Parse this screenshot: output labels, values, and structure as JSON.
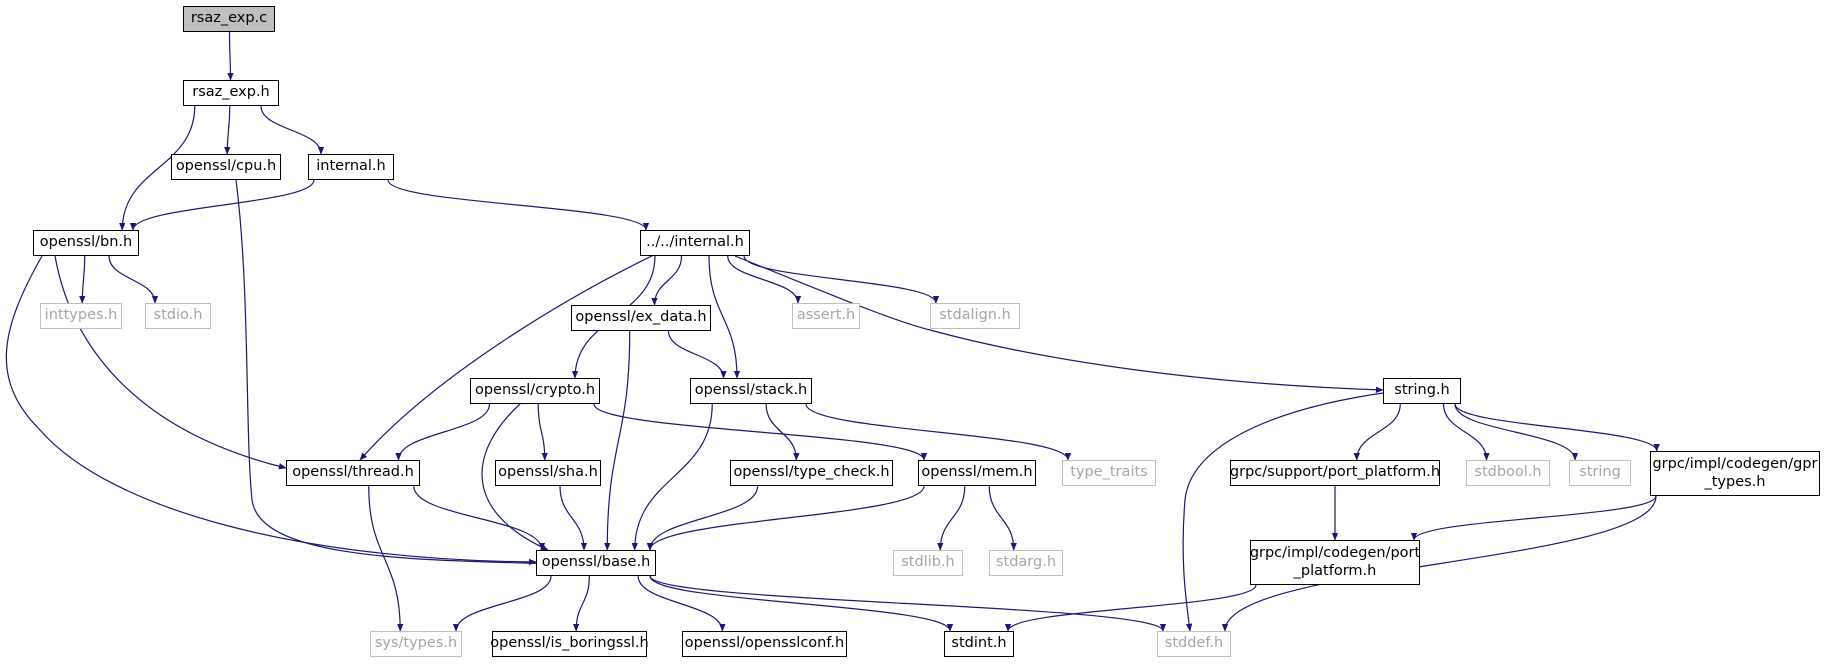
{
  "diagram": {
    "edge_color": "#191970",
    "root_fill": "#bfbfbf",
    "system_header_color": "#bfbfbf",
    "nodes": [
      {
        "id": "rsaz_exp_c",
        "label": "rsaz_exp.c",
        "kind": "root"
      },
      {
        "id": "rsaz_exp_h",
        "label": "rsaz_exp.h",
        "kind": "file"
      },
      {
        "id": "openssl_cpu_h",
        "label": "openssl/cpu.h",
        "kind": "file"
      },
      {
        "id": "internal_h",
        "label": "internal.h",
        "kind": "file"
      },
      {
        "id": "openssl_bn_h",
        "label": "openssl/bn.h",
        "kind": "file"
      },
      {
        "id": "internal_up_h",
        "label": "../../internal.h",
        "kind": "file"
      },
      {
        "id": "inttypes_h",
        "label": "inttypes.h",
        "kind": "system"
      },
      {
        "id": "stdio_h",
        "label": "stdio.h",
        "kind": "system"
      },
      {
        "id": "openssl_ex_data_h",
        "label": "openssl/ex_data.h",
        "kind": "file"
      },
      {
        "id": "assert_h",
        "label": "assert.h",
        "kind": "system"
      },
      {
        "id": "stdalign_h",
        "label": "stdalign.h",
        "kind": "system"
      },
      {
        "id": "openssl_crypto_h",
        "label": "openssl/crypto.h",
        "kind": "file"
      },
      {
        "id": "openssl_stack_h",
        "label": "openssl/stack.h",
        "kind": "file"
      },
      {
        "id": "string_h",
        "label": "string.h",
        "kind": "file"
      },
      {
        "id": "openssl_thread_h",
        "label": "openssl/thread.h",
        "kind": "file"
      },
      {
        "id": "openssl_sha_h",
        "label": "openssl/sha.h",
        "kind": "file"
      },
      {
        "id": "openssl_type_check_h",
        "label": "openssl/type_check.h",
        "kind": "file"
      },
      {
        "id": "openssl_mem_h",
        "label": "openssl/mem.h",
        "kind": "file"
      },
      {
        "id": "type_traits",
        "label": "type_traits",
        "kind": "system"
      },
      {
        "id": "grpc_support_port_platform_h",
        "label": "grpc/support/port_platform.h",
        "kind": "file"
      },
      {
        "id": "stdbool_h",
        "label": "stdbool.h",
        "kind": "system"
      },
      {
        "id": "string",
        "label": "string",
        "kind": "system"
      },
      {
        "id": "grpc_impl_codegen_gpr_types_h",
        "label": "grpc/impl/codegen/gpr\n_types.h",
        "kind": "file"
      },
      {
        "id": "openssl_base_h",
        "label": "openssl/base.h",
        "kind": "file"
      },
      {
        "id": "stdlib_h",
        "label": "stdlib.h",
        "kind": "system"
      },
      {
        "id": "stdarg_h",
        "label": "stdarg.h",
        "kind": "system"
      },
      {
        "id": "grpc_impl_codegen_port_platform_h",
        "label": "grpc/impl/codegen/port\n_platform.h",
        "kind": "file"
      },
      {
        "id": "sys_types_h",
        "label": "sys/types.h",
        "kind": "system"
      },
      {
        "id": "openssl_is_boringssl_h",
        "label": "openssl/is_boringssl.h",
        "kind": "file"
      },
      {
        "id": "openssl_opensslconf_h",
        "label": "openssl/opensslconf.h",
        "kind": "file"
      },
      {
        "id": "stdint_h",
        "label": "stdint.h",
        "kind": "file"
      },
      {
        "id": "stddef_h",
        "label": "stddef.h",
        "kind": "system"
      }
    ],
    "edges": [
      {
        "from": "rsaz_exp_c",
        "to": "rsaz_exp_h"
      },
      {
        "from": "rsaz_exp_h",
        "to": "openssl_bn_h"
      },
      {
        "from": "rsaz_exp_h",
        "to": "openssl_cpu_h"
      },
      {
        "from": "rsaz_exp_h",
        "to": "internal_h"
      },
      {
        "from": "internal_h",
        "to": "openssl_bn_h"
      },
      {
        "from": "internal_h",
        "to": "internal_up_h"
      },
      {
        "from": "openssl_cpu_h",
        "to": "openssl_base_h"
      },
      {
        "from": "openssl_bn_h",
        "to": "inttypes_h"
      },
      {
        "from": "openssl_bn_h",
        "to": "stdio_h"
      },
      {
        "from": "openssl_bn_h",
        "to": "openssl_thread_h"
      },
      {
        "from": "openssl_bn_h",
        "to": "openssl_base_h"
      },
      {
        "from": "internal_up_h",
        "to": "openssl_ex_data_h"
      },
      {
        "from": "internal_up_h",
        "to": "assert_h"
      },
      {
        "from": "internal_up_h",
        "to": "stdalign_h"
      },
      {
        "from": "internal_up_h",
        "to": "openssl_crypto_h"
      },
      {
        "from": "internal_up_h",
        "to": "openssl_stack_h"
      },
      {
        "from": "internal_up_h",
        "to": "openssl_thread_h"
      },
      {
        "from": "internal_up_h",
        "to": "string_h"
      },
      {
        "from": "openssl_ex_data_h",
        "to": "openssl_stack_h"
      },
      {
        "from": "openssl_ex_data_h",
        "to": "openssl_base_h"
      },
      {
        "from": "openssl_crypto_h",
        "to": "openssl_thread_h"
      },
      {
        "from": "openssl_crypto_h",
        "to": "openssl_sha_h"
      },
      {
        "from": "openssl_crypto_h",
        "to": "openssl_mem_h"
      },
      {
        "from": "openssl_crypto_h",
        "to": "openssl_base_h"
      },
      {
        "from": "openssl_stack_h",
        "to": "openssl_type_check_h"
      },
      {
        "from": "openssl_stack_h",
        "to": "type_traits"
      },
      {
        "from": "openssl_stack_h",
        "to": "openssl_base_h"
      },
      {
        "from": "string_h",
        "to": "grpc_support_port_platform_h"
      },
      {
        "from": "string_h",
        "to": "stdbool_h"
      },
      {
        "from": "string_h",
        "to": "string"
      },
      {
        "from": "string_h",
        "to": "grpc_impl_codegen_gpr_types_h"
      },
      {
        "from": "string_h",
        "to": "stddef_h"
      },
      {
        "from": "openssl_thread_h",
        "to": "openssl_base_h"
      },
      {
        "from": "openssl_thread_h",
        "to": "sys_types_h"
      },
      {
        "from": "openssl_sha_h",
        "to": "openssl_base_h"
      },
      {
        "from": "openssl_type_check_h",
        "to": "openssl_base_h"
      },
      {
        "from": "openssl_mem_h",
        "to": "openssl_base_h"
      },
      {
        "from": "openssl_mem_h",
        "to": "stdlib_h"
      },
      {
        "from": "openssl_mem_h",
        "to": "stdarg_h"
      },
      {
        "from": "grpc_support_port_platform_h",
        "to": "grpc_impl_codegen_port_platform_h"
      },
      {
        "from": "grpc_impl_codegen_gpr_types_h",
        "to": "grpc_impl_codegen_port_platform_h"
      },
      {
        "from": "grpc_impl_codegen_gpr_types_h",
        "to": "stddef_h"
      },
      {
        "from": "grpc_impl_codegen_port_platform_h",
        "to": "stdint_h"
      },
      {
        "from": "openssl_base_h",
        "to": "sys_types_h"
      },
      {
        "from": "openssl_base_h",
        "to": "openssl_is_boringssl_h"
      },
      {
        "from": "openssl_base_h",
        "to": "openssl_opensslconf_h"
      },
      {
        "from": "openssl_base_h",
        "to": "stdint_h"
      },
      {
        "from": "openssl_base_h",
        "to": "stddef_h"
      }
    ]
  }
}
